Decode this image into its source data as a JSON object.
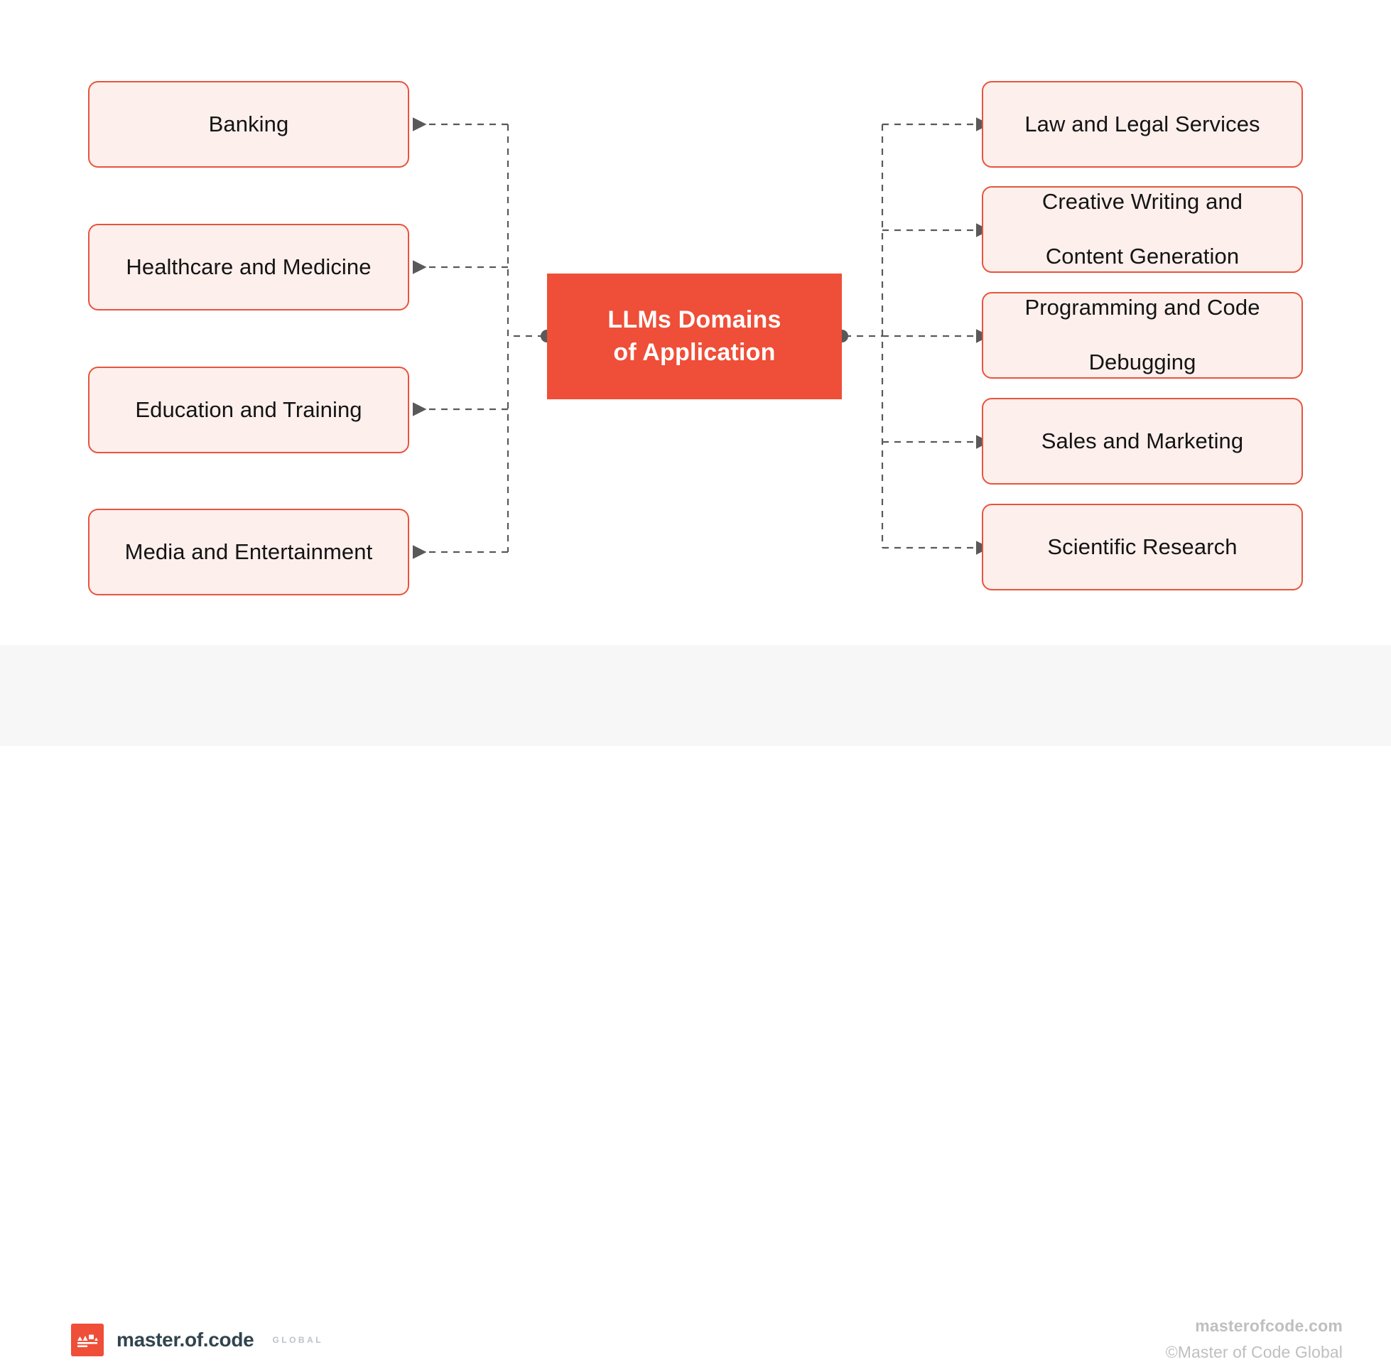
{
  "diagram": {
    "center": {
      "line1": "LLMs Domains",
      "line2": "of Application",
      "bg_color": "#EF4E38",
      "text_color": "#FFFFFF"
    },
    "node_style": {
      "fill": "#FDEFEC",
      "border": "#E8543C",
      "text_color": "#141414",
      "connector_color": "#595959"
    },
    "left_nodes": [
      {
        "label": "Banking"
      },
      {
        "label": "Healthcare and Medicine"
      },
      {
        "label": "Education and Training"
      },
      {
        "label": "Media and Entertainment"
      }
    ],
    "right_nodes": [
      {
        "label": "Law and Legal Services",
        "line1": "Law and Legal Services",
        "line2": ""
      },
      {
        "label": "Creative Writing and Content Generation",
        "line1": "Creative Writing and",
        "line2": "Content Generation"
      },
      {
        "label": "Programming and Code Debugging",
        "line1": "Programming and Code",
        "line2": "Debugging"
      },
      {
        "label": "Sales and Marketing",
        "line1": "Sales and Marketing",
        "line2": ""
      },
      {
        "label": "Scientific Research",
        "line1": "Scientific Research",
        "line2": ""
      }
    ]
  },
  "footer": {
    "logo_wordmark": "master.of.code",
    "logo_global": "GLOBAL",
    "site_url": "masterofcode.com",
    "copyright": "©Master of Code Global",
    "bg_color": "#F7F7F7"
  }
}
